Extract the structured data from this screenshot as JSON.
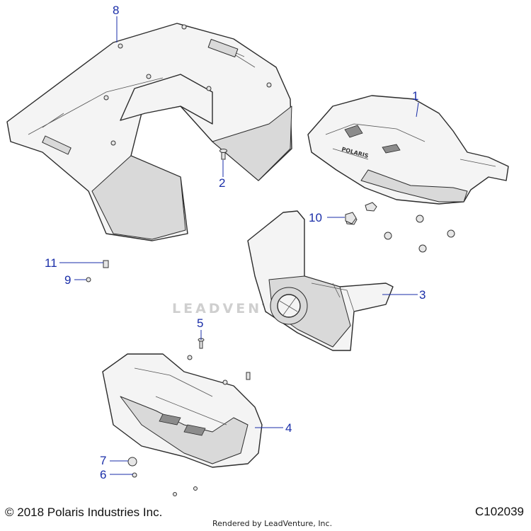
{
  "callouts": [
    {
      "label": "1"
    },
    {
      "label": "2"
    },
    {
      "label": "3"
    },
    {
      "label": "4"
    },
    {
      "label": "5"
    },
    {
      "label": "6"
    },
    {
      "label": "7"
    },
    {
      "label": "8"
    },
    {
      "label": "9"
    },
    {
      "label": "10"
    },
    {
      "label": "11"
    }
  ],
  "seat_logo": "POLARIS",
  "watermark": "LEADVENTURE",
  "footer": {
    "copyright": "© 2018 Polaris Industries Inc.",
    "diagram_id": "C102039",
    "rendered_by": "Rendered by LeadVenture, Inc."
  },
  "colors": {
    "callout": "#1a2ea8",
    "outline": "#2b2b2b"
  }
}
